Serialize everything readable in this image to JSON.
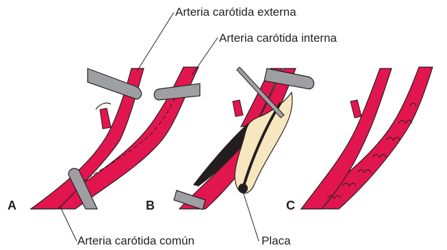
{
  "labels": {
    "external_carotid": "Arteria carótida externa",
    "internal_carotid": "Arteria carótida interna",
    "common_carotid": "Arteria carótida común",
    "plaque": "Placa"
  },
  "panels": [
    "A",
    "B",
    "C"
  ],
  "colors": {
    "artery": "#e2164e",
    "outline": "#231f20",
    "clamp": "#9d9fa2",
    "plaque": "#f6e7bf"
  }
}
